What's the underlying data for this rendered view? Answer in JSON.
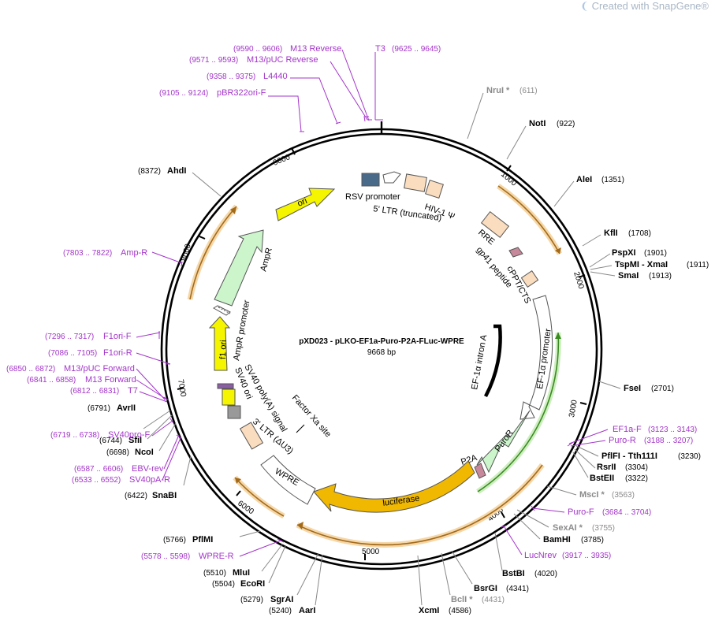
{
  "watermark": {
    "prefix": "Created with ",
    "brand": "SnapGene®"
  },
  "map": {
    "title": "pXD023 - pLKO-EF1a-Puro-P2A-FLuc-WPRE",
    "length_label": "9668 bp",
    "length_bp": 9668,
    "ticks": [
      "1000",
      "2000",
      "3000",
      "4000",
      "5000",
      "6000",
      "7000",
      "8000",
      "9000"
    ]
  },
  "colors": {
    "ori": "#f5f500",
    "ampr": "#ccf5cc",
    "promoter": "#ffffff",
    "ltr": "#fadcbe",
    "luciferase": "#f0b800",
    "puror": "#ccf5cc",
    "cppt": "#c8889c",
    "primer": "#a335c9",
    "gray_site": "#8a8a8a",
    "orange_arc": "#e8a848",
    "green_arc": "#5fbf30"
  },
  "features": [
    {
      "id": "ori",
      "label": "ori"
    },
    {
      "id": "ampr",
      "label": "AmpR"
    },
    {
      "id": "ampr-promoter",
      "label": "AmpR promoter"
    },
    {
      "id": "f1-ori",
      "label": "f1 ori"
    },
    {
      "id": "rsv-promoter",
      "label": "RSV promoter"
    },
    {
      "id": "5ltr",
      "label": "5' LTR (truncated)"
    },
    {
      "id": "hiv-psi",
      "label": "HIV-1 Ψ"
    },
    {
      "id": "rre",
      "label": "RRE"
    },
    {
      "id": "gp41",
      "label": "gp41 peptide"
    },
    {
      "id": "cppt",
      "label": "cPPT/CTS"
    },
    {
      "id": "ef1a-promoter",
      "label": "EF-1α promoter"
    },
    {
      "id": "ef1a-intron",
      "label": "EF-1α intron A"
    },
    {
      "id": "puror",
      "label": "PuroR"
    },
    {
      "id": "p2a",
      "label": "P2A"
    },
    {
      "id": "luciferase",
      "label": "luciferase"
    },
    {
      "id": "wpre",
      "label": "WPRE"
    },
    {
      "id": "3ltr",
      "label": "3' LTR (ΔU3)"
    },
    {
      "id": "factor-xa",
      "label": "Factor Xa site"
    },
    {
      "id": "sv40-polya",
      "label": "SV40 poly(A) signal"
    },
    {
      "id": "sv40-ori",
      "label": "SV40 ori"
    }
  ],
  "sites": [
    {
      "id": "nrui",
      "name": "NruI *",
      "pos": "(611)",
      "gray": true
    },
    {
      "id": "noti",
      "name": "NotI",
      "pos": "(922)"
    },
    {
      "id": "alei",
      "name": "AleI",
      "pos": "(1351)"
    },
    {
      "id": "kfli",
      "name": "KflI",
      "pos": "(1708)"
    },
    {
      "id": "pspxi",
      "name": "PspXI",
      "pos": "(1901)"
    },
    {
      "id": "tspmi",
      "name": "TspMI - XmaI",
      "pos": "(1911)"
    },
    {
      "id": "smai",
      "name": "SmaI",
      "pos": "(1913)"
    },
    {
      "id": "fsei",
      "name": "FseI",
      "pos": "(2701)"
    },
    {
      "id": "pflfi",
      "name": "PflFI - Tth111I",
      "pos": "(3230)"
    },
    {
      "id": "rsrii",
      "name": "RsrII",
      "pos": "(3304)"
    },
    {
      "id": "bsteii",
      "name": "BstEII",
      "pos": "(3322)"
    },
    {
      "id": "msci",
      "name": "MscI *",
      "pos": "(3563)",
      "gray": true
    },
    {
      "id": "sexai",
      "name": "SexAI *",
      "pos": "(3755)",
      "gray": true
    },
    {
      "id": "bamhi",
      "name": "BamHI",
      "pos": "(3785)"
    },
    {
      "id": "bstbi",
      "name": "BstBI",
      "pos": "(4020)"
    },
    {
      "id": "bsrgi",
      "name": "BsrGI",
      "pos": "(4341)"
    },
    {
      "id": "bcli",
      "name": "BclI *",
      "pos": "(4431)",
      "gray": true
    },
    {
      "id": "xcmi",
      "name": "XcmI",
      "pos": "(4586)"
    },
    {
      "id": "aari",
      "name": "AarI",
      "pos": "(5240)"
    },
    {
      "id": "sgrai",
      "name": "SgrAI",
      "pos": "(5279)"
    },
    {
      "id": "ecori",
      "name": "EcoRI",
      "pos": "(5504)"
    },
    {
      "id": "mlui",
      "name": "MluI",
      "pos": "(5510)"
    },
    {
      "id": "pflmi",
      "name": "PflMI",
      "pos": "(5766)"
    },
    {
      "id": "snabi",
      "name": "SnaBI",
      "pos": "(6422)"
    },
    {
      "id": "ncoi",
      "name": "NcoI",
      "pos": "(6698)"
    },
    {
      "id": "sfii",
      "name": "SfiI",
      "pos": "(6744)"
    },
    {
      "id": "avrii",
      "name": "AvrII",
      "pos": "(6791)"
    },
    {
      "id": "ahdi",
      "name": "AhdI",
      "pos": "(8372)"
    }
  ],
  "primers": [
    {
      "id": "m13rev",
      "name": "M13 Reverse",
      "pos": "(9590 .. 9606)"
    },
    {
      "id": "t3",
      "name": "T3",
      "pos": "(9625 .. 9645)"
    },
    {
      "id": "m13puc-rev",
      "name": "M13/pUC Reverse",
      "pos": "(9571 .. 9593)"
    },
    {
      "id": "l4440",
      "name": "L4440",
      "pos": "(9358 .. 9375)"
    },
    {
      "id": "pbr322",
      "name": "pBR322ori-F",
      "pos": "(9105 .. 9124)"
    },
    {
      "id": "ampr-primer",
      "name": "Amp-R",
      "pos": "(7803 .. 7822)"
    },
    {
      "id": "f1ori-f",
      "name": "F1ori-F",
      "pos": "(7296 .. 7317)"
    },
    {
      "id": "f1ori-r",
      "name": "F1ori-R",
      "pos": "(7086 .. 7105)"
    },
    {
      "id": "m13puc-fwd",
      "name": "M13/pUC Forward",
      "pos": "(6850 .. 6872)"
    },
    {
      "id": "m13fwd",
      "name": "M13 Forward",
      "pos": "(6841 .. 6858)"
    },
    {
      "id": "t7",
      "name": "T7",
      "pos": "(6812 .. 6831)"
    },
    {
      "id": "sv40pro-f",
      "name": "SV40pro-F",
      "pos": "(6719 .. 6738)"
    },
    {
      "id": "ebv-rev",
      "name": "EBV-rev",
      "pos": "(6587 .. 6606)"
    },
    {
      "id": "sv40pa-r",
      "name": "SV40pA-R",
      "pos": "(6533 .. 6552)"
    },
    {
      "id": "wpre-r",
      "name": "WPRE-R",
      "pos": "(5578 .. 5598)"
    },
    {
      "id": "ef1a-f",
      "name": "EF1a-F",
      "pos": "(3123 .. 3143)"
    },
    {
      "id": "puro-r",
      "name": "Puro-R",
      "pos": "(3188 .. 3207)"
    },
    {
      "id": "puro-f",
      "name": "Puro-F",
      "pos": "(3684 .. 3704)"
    },
    {
      "id": "lucnrev",
      "name": "LucNrev",
      "pos": "(3917 .. 3935)"
    }
  ]
}
